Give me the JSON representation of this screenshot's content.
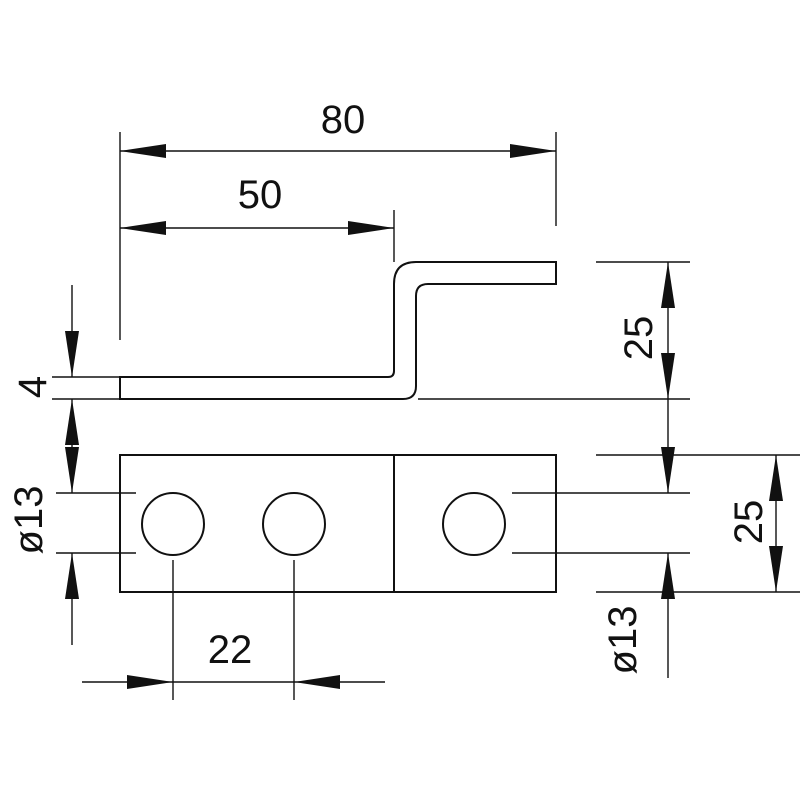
{
  "dimensions": {
    "total_length": "80",
    "offset_length": "50",
    "offset_height": "25",
    "thickness": "4",
    "hole_diameter_left": "ø13",
    "hole_spacing": "22",
    "width": "25",
    "hole_diameter_right": "ø13"
  },
  "colors": {
    "line": "#111111",
    "background": "#ffffff"
  }
}
